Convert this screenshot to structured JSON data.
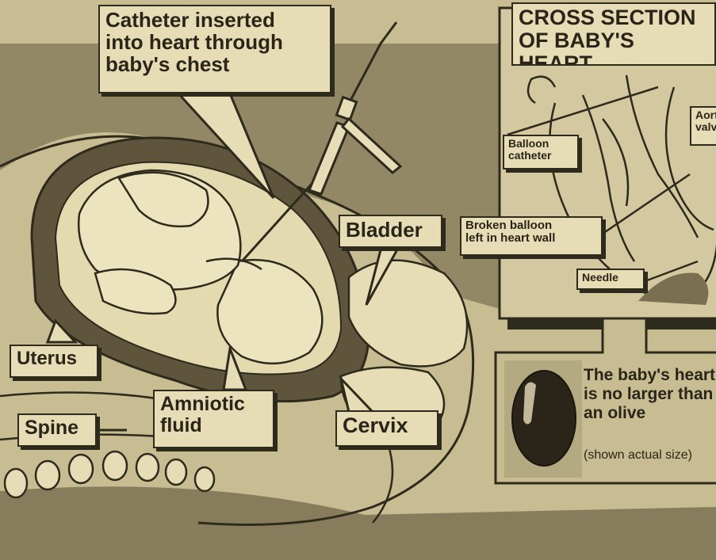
{
  "callouts": {
    "catheter_inserted": "Catheter inserted\ninto heart through\nbaby's chest",
    "cross_section": "CROSS SECTION\nOF BABY'S HEART",
    "bladder": "Bladder",
    "uterus": "Uterus",
    "spine": "Spine",
    "amniotic_fluid": "Amniotic\nfluid",
    "cervix": "Cervix",
    "balloon_catheter": "Balloon\ncatheter",
    "broken_balloon": "Broken balloon\nleft in heart wall",
    "needle": "Needle",
    "aortic_valve": "Aortic\nvalve"
  },
  "size_note": {
    "main": "The baby's heart\nis no larger than\nan olive",
    "sub": "(shown actual size)"
  },
  "credit": "",
  "colors": {
    "paper": "#c8bd92",
    "label_fill": "#e6ddb6",
    "ink": "#2e2a1c",
    "dark_band": "#756a4c",
    "olive": "#2b2418"
  }
}
